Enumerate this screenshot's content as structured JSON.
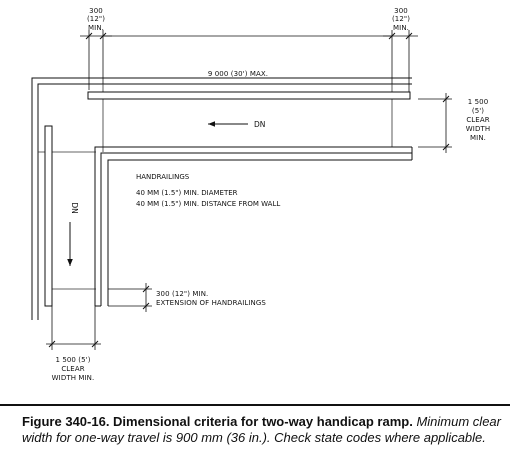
{
  "dimensions": {
    "top_left_ext": [
      "300",
      "(12\")",
      "MIN."
    ],
    "top_right_ext": [
      "300",
      "(12\")",
      "MIN."
    ],
    "max_length": "9 000 (30') MAX.",
    "clear_width_right": [
      "1 500",
      "(5')",
      "CLEAR",
      "WIDTH",
      "MIN."
    ],
    "clear_width_bottom": [
      "1 500 (5')",
      "CLEAR",
      "WIDTH MIN."
    ],
    "extension": [
      "300 (12\") MIN.",
      "EXTENSION OF HANDRAILINGS"
    ]
  },
  "labels": {
    "dn_top": "DN",
    "dn_left": "DN"
  },
  "handrailings": {
    "title": "HANDRAILINGS",
    "line1": "40 MM (1.5\") MIN. DIAMETER",
    "line2": "40 MM (1.5\") MIN. DISTANCE FROM WALL"
  },
  "caption": {
    "figure": "Figure 340-16. Dimensional criteria for two-way handicap ramp.",
    "text": "Minimum clear width for one-way travel is 900 mm (36 in.). Check state codes where applicable."
  }
}
